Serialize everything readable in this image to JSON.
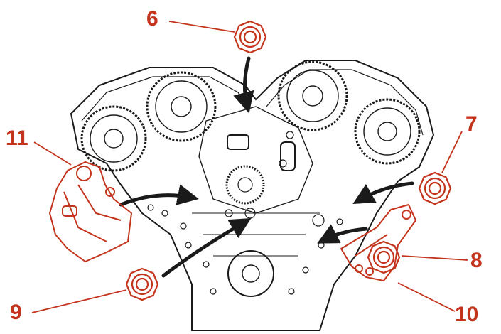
{
  "diagram": {
    "callouts": [
      {
        "id": "c6",
        "label": "6"
      },
      {
        "id": "c7",
        "label": "7"
      },
      {
        "id": "c8",
        "label": "8"
      },
      {
        "id": "c9",
        "label": "9"
      },
      {
        "id": "c10",
        "label": "10"
      },
      {
        "id": "c11",
        "label": "11"
      }
    ]
  },
  "colors": {
    "highlight": "#c4341c",
    "linework": "#1a1a1a",
    "background": "#ffffff"
  },
  "icons": [
    "nut-icon",
    "tensioner-icon",
    "bracket-icon",
    "arrow-icon"
  ]
}
